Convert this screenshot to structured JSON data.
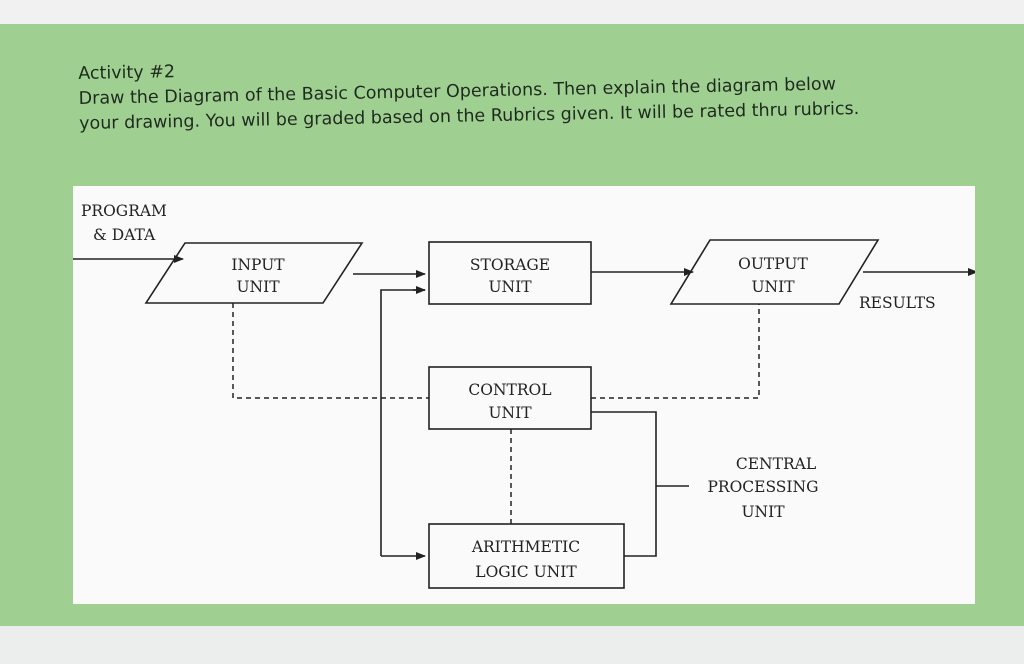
{
  "header": {
    "activity": "Activity #2",
    "instruction_line1": "Draw the Diagram of the Basic Computer Operations. Then explain the diagram below",
    "instruction_line2": "your drawing. You will be graded based on the Rubrics given. It will be rated thru rubrics."
  },
  "diagram": {
    "program_data": [
      "PROGRAM",
      "& DATA"
    ],
    "input_unit": [
      "INPUT",
      "UNIT"
    ],
    "storage_unit": [
      "STORAGE",
      "UNIT"
    ],
    "output_unit": [
      "OUTPUT",
      "UNIT"
    ],
    "results": "RESULTS",
    "control_unit": [
      "CONTROL",
      "UNIT"
    ],
    "cpu": [
      "CENTRAL",
      "PROCESSING",
      "UNIT"
    ],
    "alu": [
      "ARITHMETIC",
      "LOGIC UNIT"
    ]
  }
}
